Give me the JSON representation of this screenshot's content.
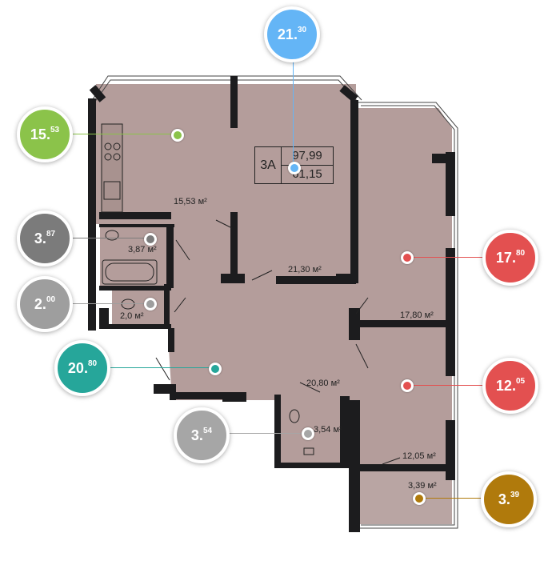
{
  "apartment": {
    "type": "3А",
    "total_area": "97,99",
    "living_area": "61,15"
  },
  "rooms": [
    {
      "id": "kitchen",
      "area_label": "15,53 м²",
      "badge_int": "15.",
      "badge_dec": "53",
      "color": "#8bc34a"
    },
    {
      "id": "room-center",
      "area_label": "21,30 м²",
      "badge_int": "21.",
      "badge_dec": "30",
      "color": "#64b5f6"
    },
    {
      "id": "bathroom",
      "area_label": "3,87 м²",
      "badge_int": "3.",
      "badge_dec": "87",
      "color": "#7b7b7b"
    },
    {
      "id": "toilet",
      "area_label": "2,0 м²",
      "badge_int": "2.",
      "badge_dec": "00",
      "color": "#9e9e9e"
    },
    {
      "id": "hall",
      "area_label": "20,80 м²",
      "badge_int": "20.",
      "badge_dec": "80",
      "color": "#26a69a"
    },
    {
      "id": "wc2",
      "area_label": "3,54 м²",
      "badge_int": "3.",
      "badge_dec": "54",
      "color": "#a6a6a6"
    },
    {
      "id": "room-right-top",
      "area_label": "17,80 м²",
      "badge_int": "17.",
      "badge_dec": "80",
      "color": "#e35050"
    },
    {
      "id": "room-right-bottom",
      "area_label": "12,05 м²",
      "badge_int": "12.",
      "badge_dec": "05",
      "color": "#e35050"
    },
    {
      "id": "balcony",
      "area_label": "3,39 м²",
      "badge_int": "3.",
      "badge_dec": "39",
      "color": "#b07a0c"
    }
  ],
  "colors": {
    "floor": "#b49d9b",
    "wall": "#1c1c1e",
    "balcony": "#b9a5a3"
  }
}
